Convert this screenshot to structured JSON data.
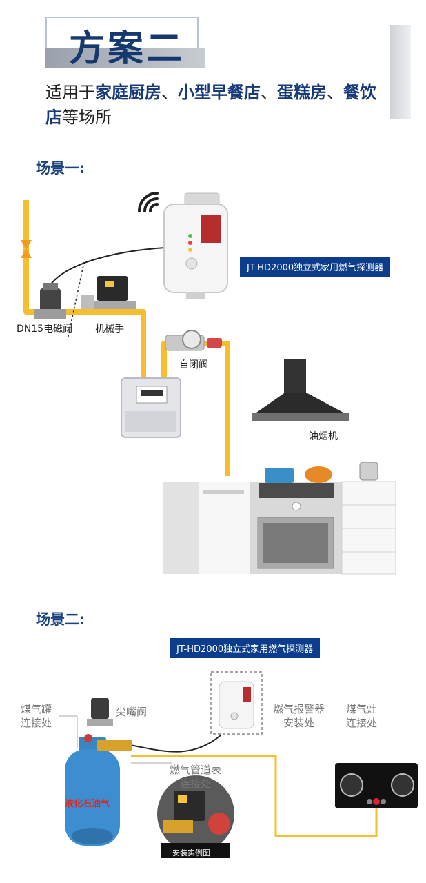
{
  "header": {
    "title": "方案二",
    "subtitle_prefix": "适用于",
    "subtitle_places": [
      "家庭厨房",
      "小型早餐店",
      "蛋糕房",
      "餐饮店"
    ],
    "subtitle_sep": "、",
    "subtitle_suffix": "等场所"
  },
  "scene1": {
    "title": "场景一:",
    "product_tag": "JT-HD2000独立式家用燃气探测器",
    "labels": {
      "solenoid_valve": "DN15电磁阀",
      "manipulator": "机械手",
      "self_closing_valve": "自闭阀",
      "range_hood": "油烟机"
    }
  },
  "scene2": {
    "title": "场景二:",
    "product_tag": "JT-HD2000独立式家用燃气探测器",
    "labels": {
      "tank_connection": "煤气罐\n连接处",
      "nozzle_valve": "尖嘴阀",
      "alarm_install": "燃气报警器\n安装处",
      "stove_connection": "煤气灶\n连接处",
      "meter_connection": "燃气管道表\n连接处",
      "lpg_text": "液化石油气",
      "install_example": "安装实例图"
    }
  },
  "colors": {
    "brand_blue": "#0c3d8c",
    "pipe_yellow": "#f6bd2c",
    "title_navy": "#15386f"
  }
}
